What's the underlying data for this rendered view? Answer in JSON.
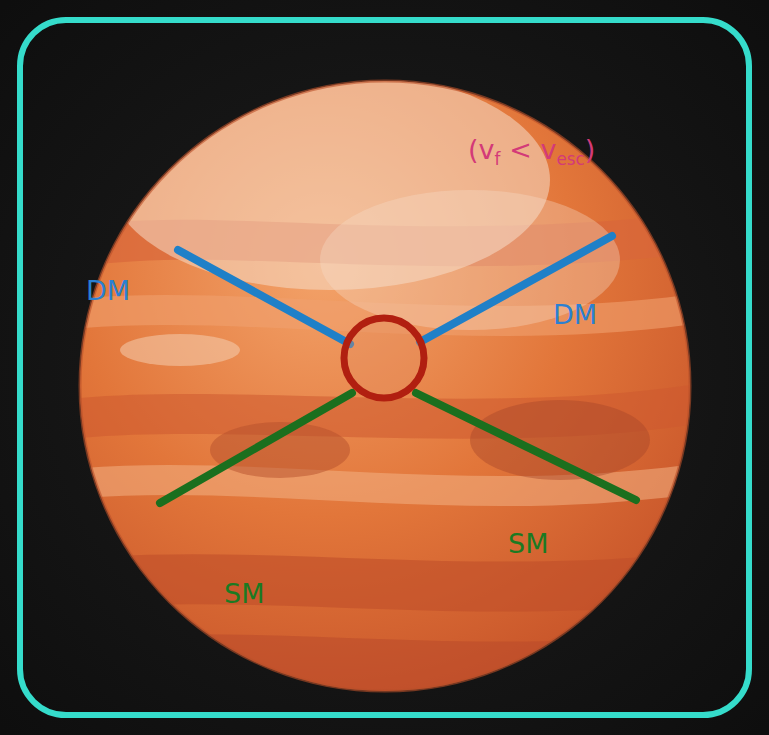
{
  "diagram": {
    "labels": [
      "DM",
      "DM",
      "SM",
      "SM",
      "(v",
      "f",
      "< v",
      "esc",
      ")"
    ]
  }
}
